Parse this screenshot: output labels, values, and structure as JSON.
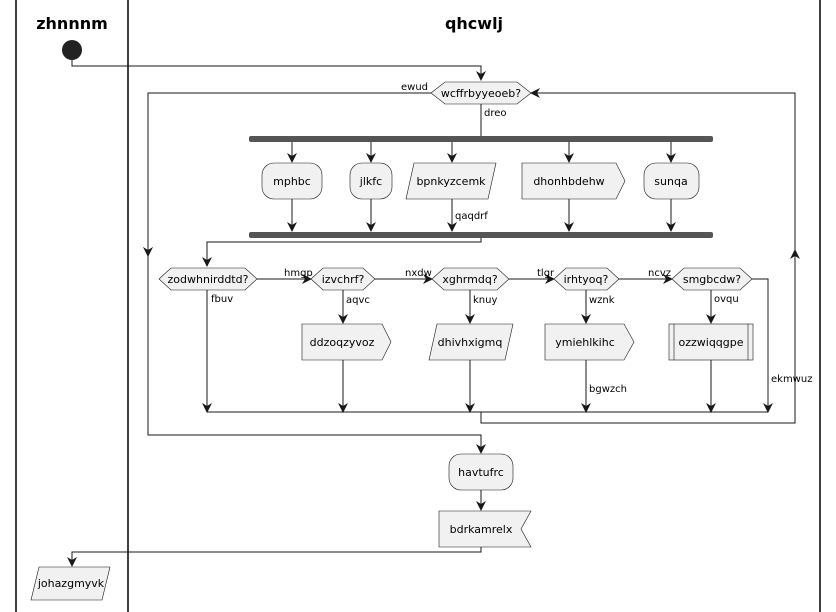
{
  "lanes": {
    "left_title": "zhnnnm",
    "right_title": "qhcwlj"
  },
  "nodes": {
    "loop_decision": "wcffrbyyeoeb?",
    "fork_mphbc": "mphbc",
    "fork_jlkfc": "jlkfc",
    "fork_bpnkyzcemk": "bpnkyzcemk",
    "fork_dhonhbdehw": "dhonhbdehw",
    "fork_sunqa": "sunqa",
    "dec1": "zodwhnirddtd?",
    "dec2": "izvchrf?",
    "dec3": "xghrmdq?",
    "dec4": "irhtyoq?",
    "dec5": "smgbcdw?",
    "act_ddzoqzyvoz": "ddzoqzyvoz",
    "act_dhivhxigmq": "dhivhxigmq",
    "act_ymiehlkihc": "ymiehlkihc",
    "act_ozzwiqqgpe": "ozzwiqqgpe",
    "act_havtufrc": "havtufrc",
    "act_bdrkamrelx": "bdrkamrelx",
    "act_johazgmyvk": "johazgmyvk"
  },
  "labels": {
    "loop_back": "ewud",
    "loop_yes": "dreo",
    "qaqdrf": "qaqdrf",
    "dec1_no": "hmgp",
    "dec1_yes": "fbuv",
    "dec2_no": "nxdw",
    "dec2_yes": "aqvc",
    "dec3_no": "tlgr",
    "dec3_yes": "knuy",
    "dec4_no": "ncvz",
    "dec4_yes": "wznk",
    "dec4_after": "bgwzch",
    "dec5_yes": "ovqu",
    "dec5_no": "ekmwuz"
  }
}
